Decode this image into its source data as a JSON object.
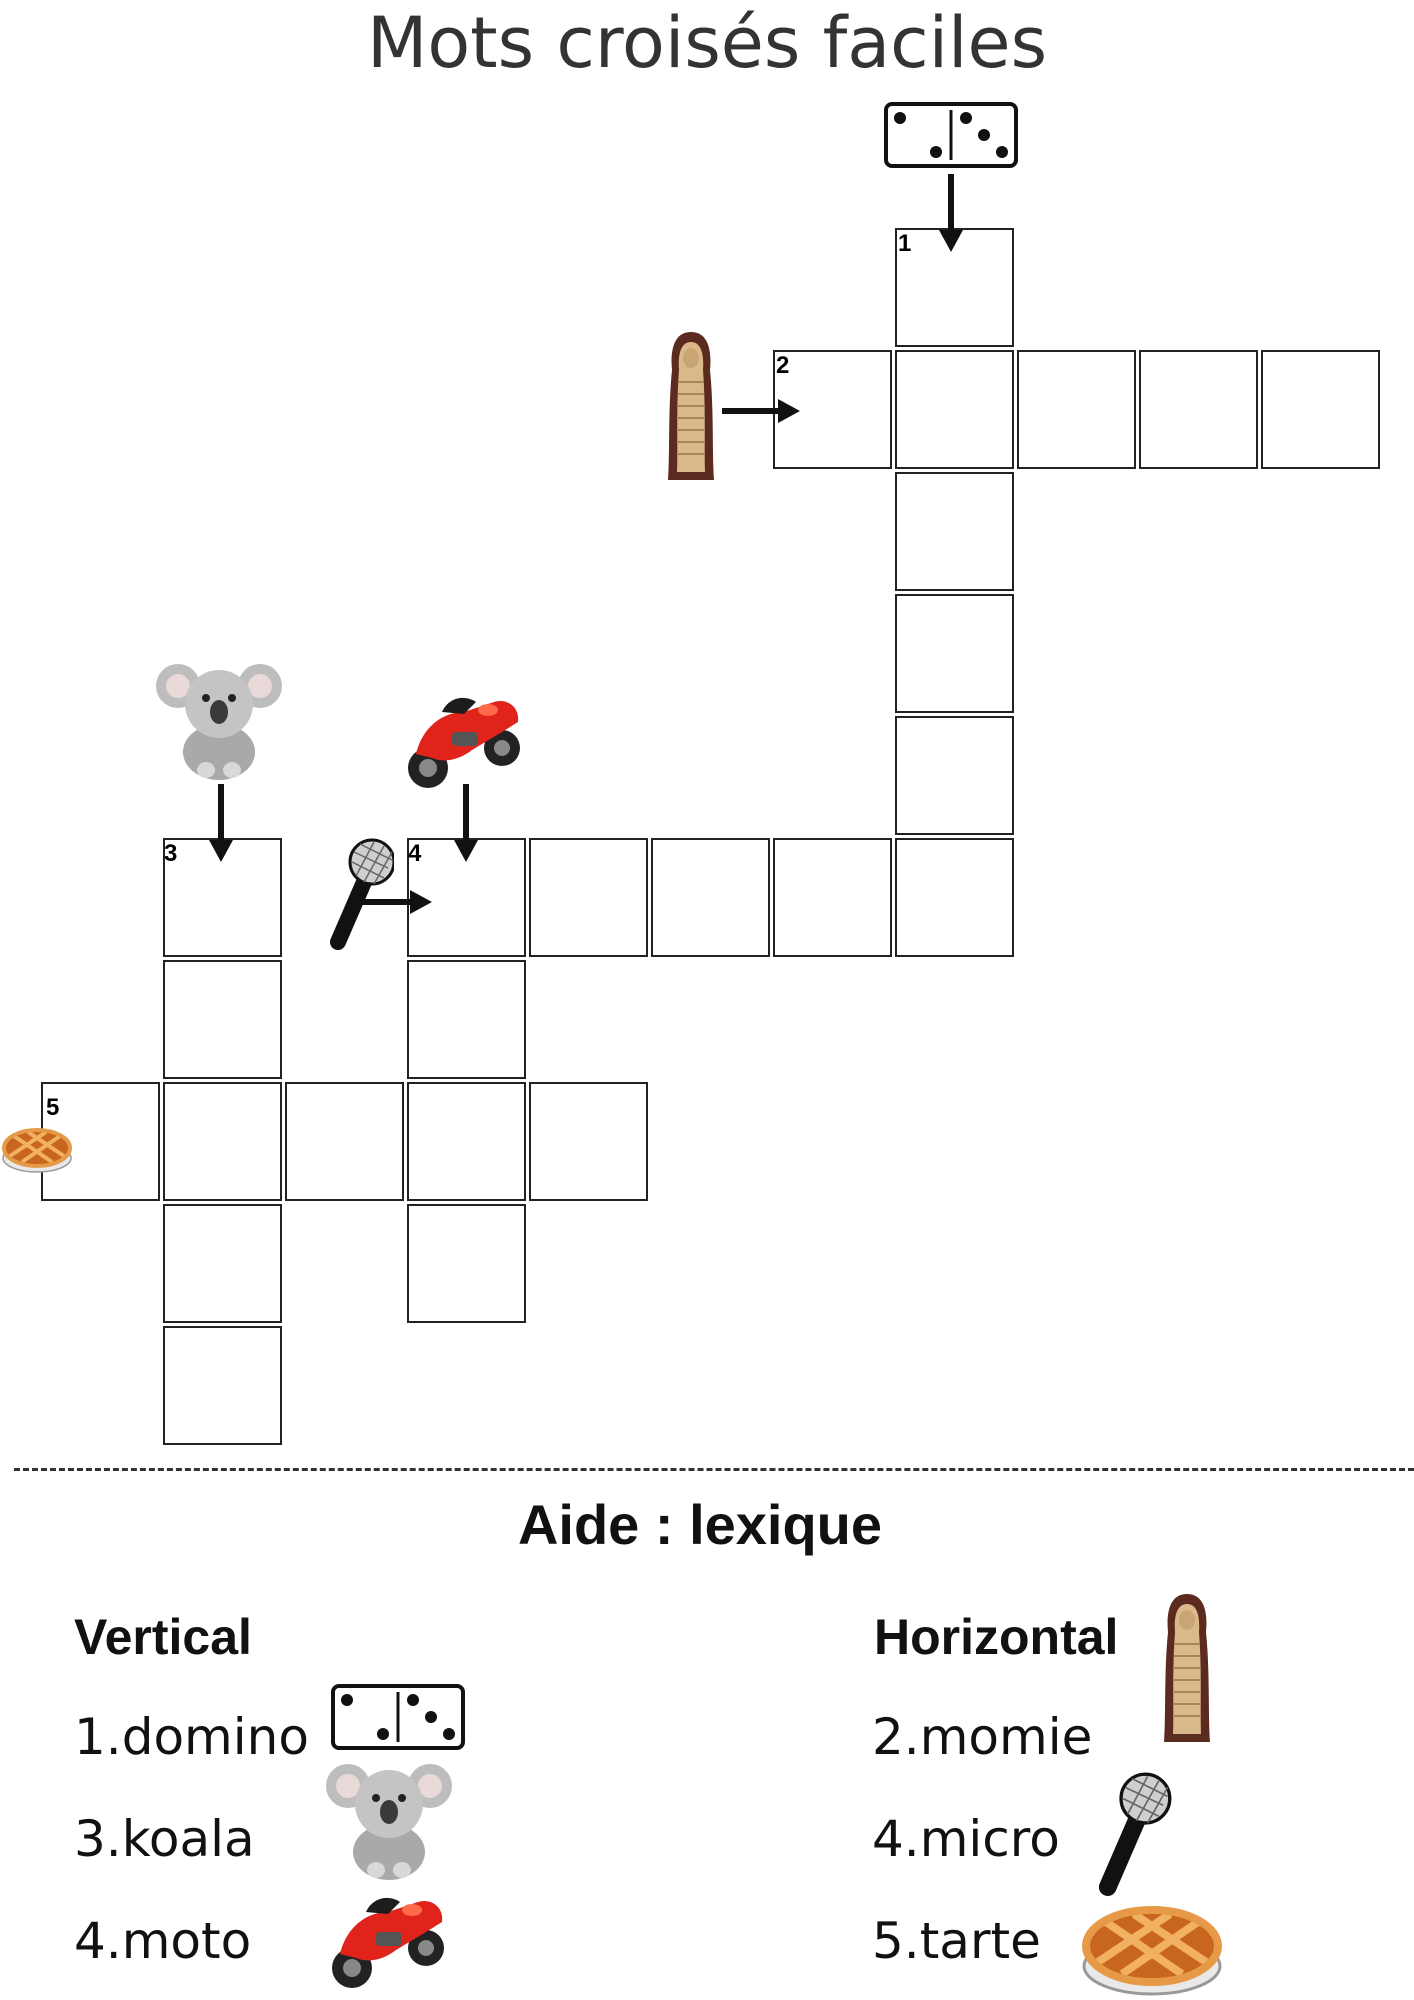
{
  "title": "Mots croisés faciles",
  "clue_numbers": {
    "n1": "1",
    "n2": "2",
    "n3": "3",
    "n4": "4",
    "n5": "5"
  },
  "icons": [
    "domino-icon",
    "mummy-icon",
    "koala-icon",
    "motorcycle-icon",
    "microphone-icon",
    "pie-icon"
  ],
  "lexique": {
    "heading": "Aide : lexique",
    "vertical_heading": "Vertical",
    "horizontal_heading": "Horizontal",
    "vertical": [
      "1.domino",
      "3.koala",
      "4.moto"
    ],
    "horizontal": [
      "2.momie",
      "4.micro",
      "5.tarte"
    ]
  }
}
